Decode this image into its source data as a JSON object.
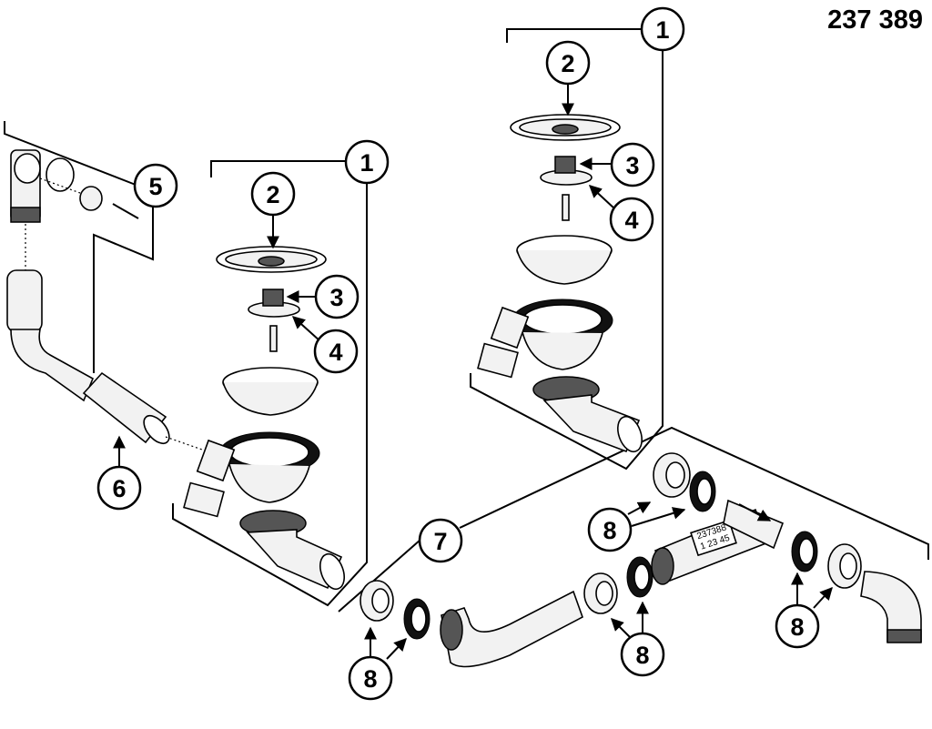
{
  "diagram": {
    "part_number": "237 389",
    "callouts": {
      "c1a": "1",
      "c2a": "2",
      "c3a": "3",
      "c4a": "4",
      "c5": "5",
      "c6": "6",
      "c1b": "1",
      "c2b": "2",
      "c3b": "3",
      "c4b": "4",
      "c7": "7",
      "c8a": "8",
      "c8b": "8",
      "c8c": "8",
      "c8d": "8"
    },
    "pipe_label": {
      "line1": "237388",
      "line2": "1 23 45"
    }
  }
}
